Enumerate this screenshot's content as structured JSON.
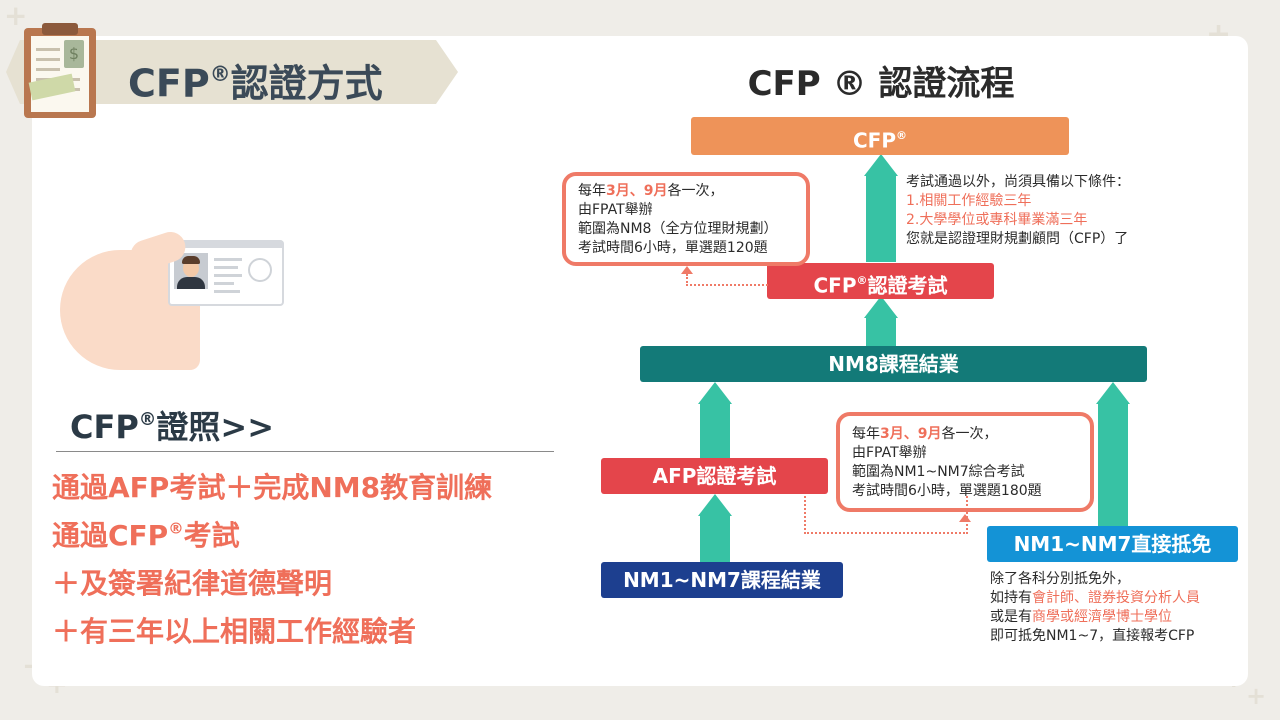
{
  "header": {
    "title": "CFP",
    "title_mark": "®",
    "title_suffix": "認證方式"
  },
  "certificate": {
    "title": "CFP",
    "title_mark": "®",
    "title_suffix": "證照>>",
    "requirements": [
      {
        "text": "通過AFP考試＋完成NM8教育訓練"
      },
      {
        "pre": "通過CFP",
        "mark": "®",
        "post": "考試"
      },
      {
        "text": "＋及簽署紀律道德聲明"
      },
      {
        "text": "＋有三年以上相關工作經驗者"
      }
    ]
  },
  "flow": {
    "title": "CFP ® 認證流程",
    "cfp_box": {
      "text": "CFP",
      "mark": "®"
    },
    "cfp_exam_box": {
      "pre": "CFP",
      "mark": "®",
      "post": "認證考試"
    },
    "nm8_box": "NM8課程結業",
    "afp_exam_box": "AFP認證考試",
    "nm1_7_course_box": "NM1~NM7課程結業",
    "nm1_7_exempt_box": "NM1~NM7直接抵免",
    "cfp_exam_note": {
      "line1_pre": "每年",
      "line1_hl": "3月、9月",
      "line1_post": "各一次，",
      "line2": "由FPAT舉辦",
      "line3": "範圍為NM8（全方位理財規劃）",
      "line4": "考試時間6小時，單選題120題"
    },
    "afp_exam_note": {
      "line1_pre": "每年",
      "line1_hl": "3月、9月",
      "line1_post": "各一次，",
      "line2": "由FPAT舉辦",
      "line3": "範圍為NM1~NM7綜合考試",
      "line4": "考試時間6小時，單選題180題"
    },
    "cfp_conditions": {
      "line1": "考試通過以外，尚須具備以下條件：",
      "line2": "1.相關工作經驗三年",
      "line3": "2.大學學位或專科畢業滿三年",
      "line4": "您就是認證理財規劃顧問（CFP）了"
    },
    "exempt_conditions": {
      "line1": "除了各科分別抵免外，",
      "line2_pre": "如持有",
      "line2_hl": "會計師、證券投資分析人員",
      "line3_pre": "或是有",
      "line3_hl": "商學或經濟學博士學位",
      "line4": "即可抵免NM1~7，直接報考CFP"
    }
  },
  "colors": {
    "orange": "#ee9359",
    "red": "#e4454b",
    "teal_dark": "#137a78",
    "teal_arrow": "#37c2a4",
    "navy": "#1d3f8f",
    "blue": "#1493d6",
    "salmon": "#ef6f5a"
  },
  "icons": [
    "clipboard-icon",
    "id-card-hand-icon"
  ]
}
